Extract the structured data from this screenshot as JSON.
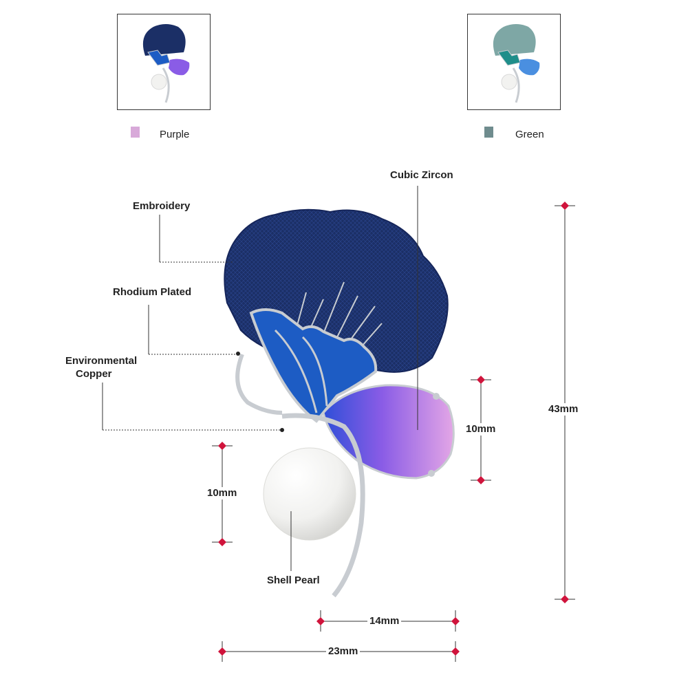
{
  "variants": [
    {
      "label": "Purple",
      "swatch_color": "#d8a9d9",
      "embroidery_color": "#1b2f66",
      "enamel_color": "#1d5cc4",
      "stone_color": "#8a5ce6"
    },
    {
      "label": "Green",
      "swatch_color": "#6f8c8e",
      "embroidery_color": "#7ea7a5",
      "enamel_color": "#1f8e8a",
      "stone_color": "#4a8fe0"
    }
  ],
  "callouts": {
    "cubic_zircon": "Cubic Zircon",
    "embroidery": "Embroidery",
    "rhodium_plated": "Rhodium Plated",
    "environmental_copper_line1": "Environmental",
    "environmental_copper_line2": "Copper",
    "shell_pearl": "Shell Pearl"
  },
  "dimensions": {
    "total_height": "43mm",
    "stone_height": "10mm",
    "pearl_height": "10mm",
    "stone_width": "14mm",
    "total_width": "23mm"
  },
  "colors": {
    "dimension_marker": "#d0143c",
    "embroidery": "#1b2f66",
    "enamel": "#1d5cc4",
    "silver": "#c8ccd1"
  }
}
